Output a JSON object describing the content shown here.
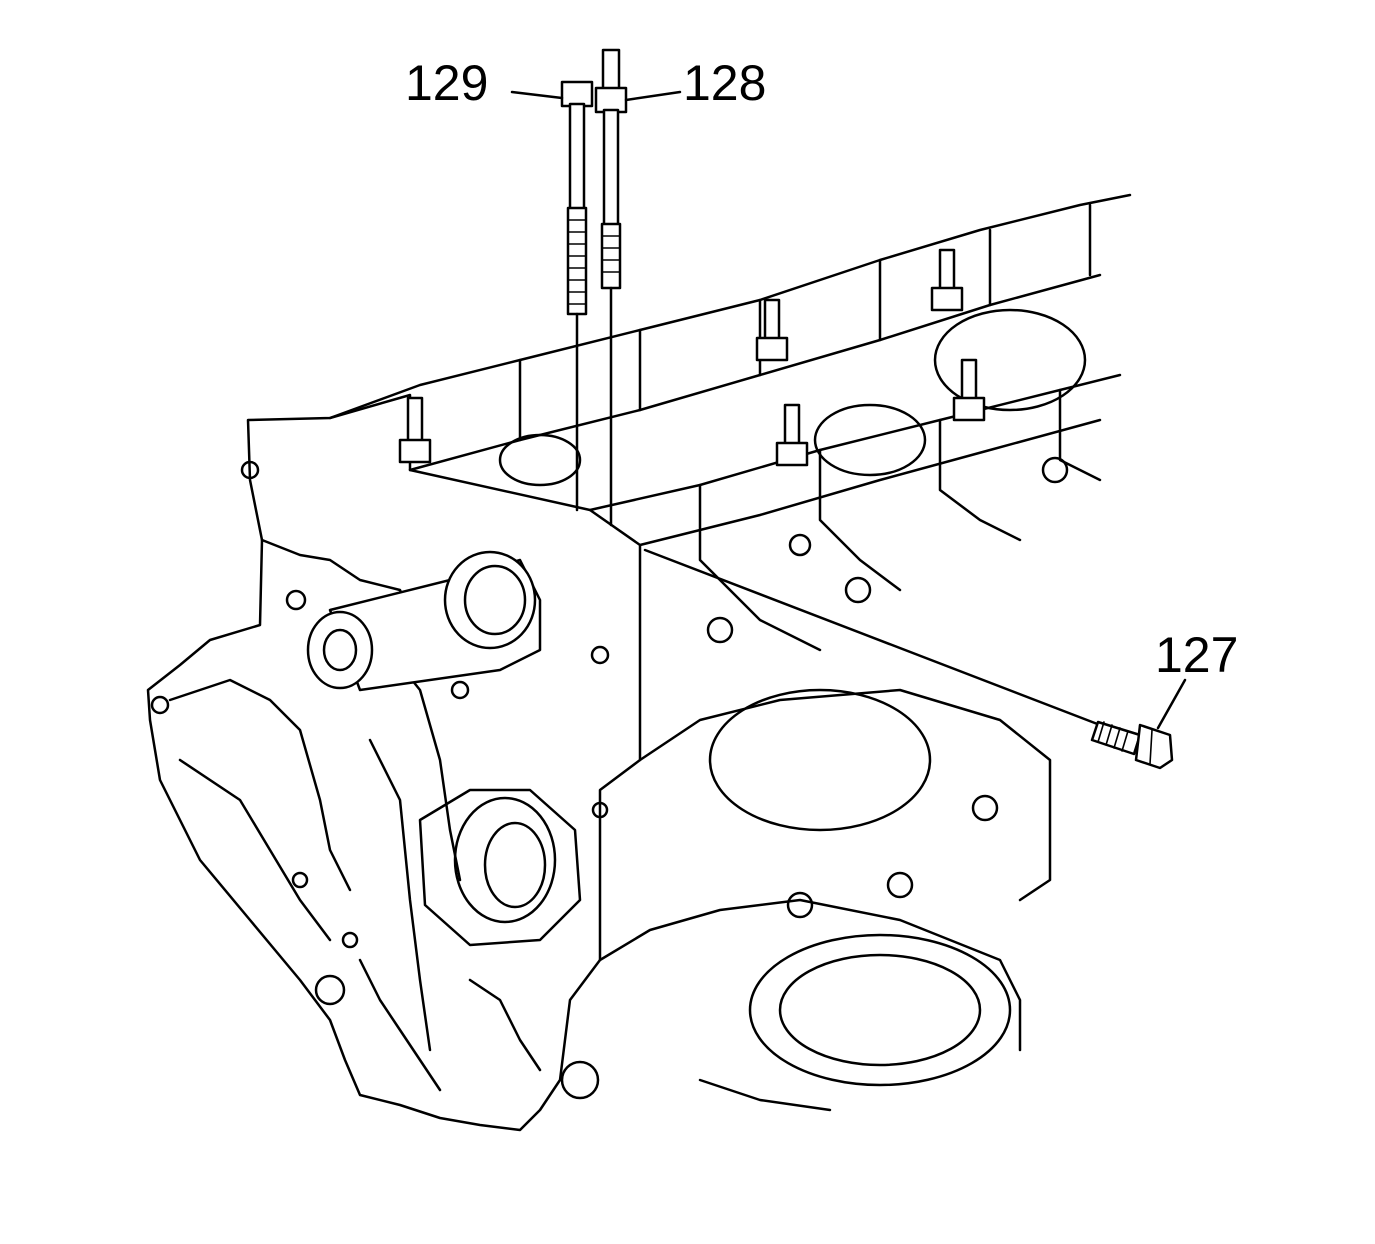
{
  "colors": {
    "ink": "#000000",
    "paper": "#ffffff"
  },
  "callouts": [
    {
      "label": "129"
    },
    {
      "label": "128"
    },
    {
      "label": "127"
    }
  ]
}
